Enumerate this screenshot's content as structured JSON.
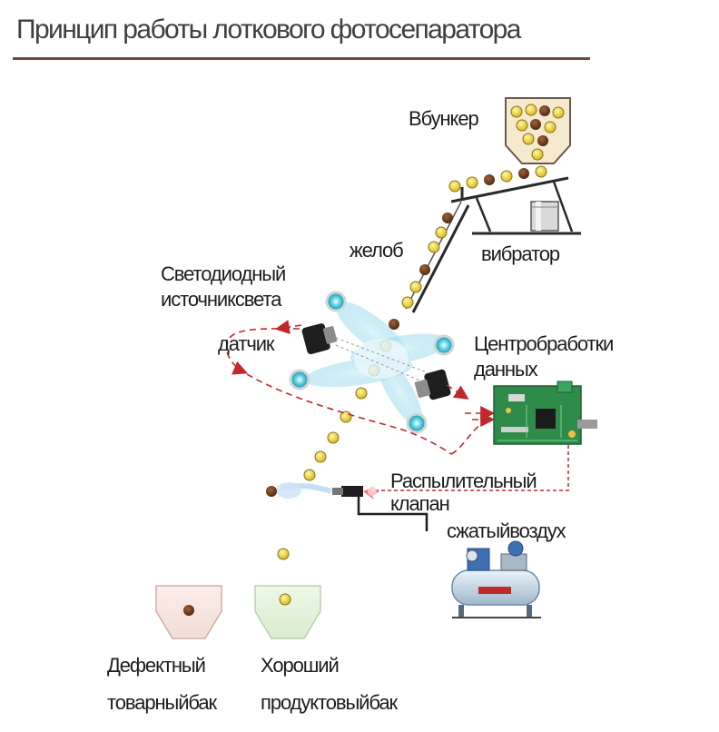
{
  "title": "Принцип работы лоткового фотосепаратора",
  "labels": {
    "hopper": "Вбункер",
    "chute": "желоб",
    "vibrator": "вибратор",
    "led_line1": "Светодиодный",
    "led_line2": "источниксвета",
    "sensor": "датчик",
    "processor_line1": "Центробработки",
    "processor_line2": "данных",
    "valve_line1": "Распылительный",
    "valve_line2": "клапан",
    "air": "сжатыйвоздух",
    "defect_line1": "Дефектный",
    "defect_line2": "товарныйбак",
    "good_line1": "Хороший",
    "good_line2": "продуктовыйбак"
  },
  "colors": {
    "title_rule": "#6b4e3d",
    "good_grain": "#e8cf2e",
    "bad_grain": "#6e3b1e",
    "signal_red": "#c0282e",
    "board_green": "#2e8b4a",
    "defect_bin": "#f7e6e2",
    "good_bin": "#e6f2de"
  },
  "icons": [
    "hopper-icon",
    "vibrator-icon",
    "led-light-icon",
    "camera-sensor-icon",
    "circuit-board-icon",
    "air-valve-icon",
    "air-compressor-icon",
    "bin-icon"
  ]
}
